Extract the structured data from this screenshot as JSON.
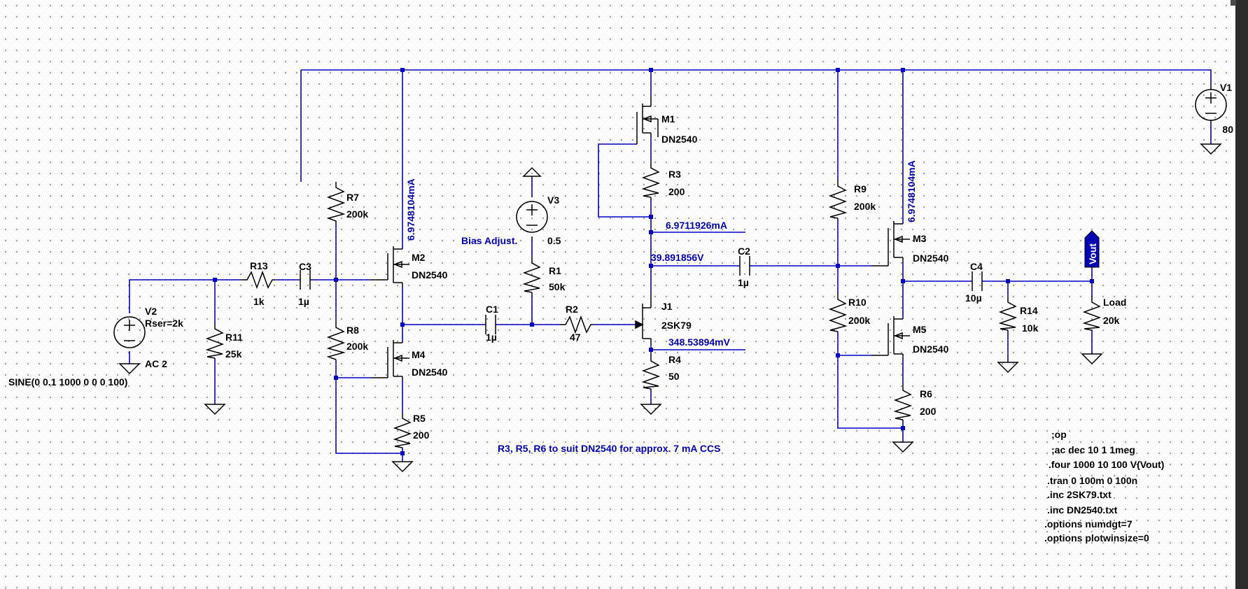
{
  "components": {
    "V1": {
      "ref": "V1",
      "value": "80"
    },
    "V2": {
      "ref": "V2",
      "param": "Rser=2k",
      "ac": "AC 2",
      "value": "SINE(0 0.1 1000 0 0 0 100)"
    },
    "V3": {
      "ref": "V3",
      "value": "0.5",
      "label": "Bias Adjust."
    },
    "R1": {
      "ref": "R1",
      "value": "50k"
    },
    "R2": {
      "ref": "R2",
      "value": "47"
    },
    "R3": {
      "ref": "R3",
      "value": "200"
    },
    "R4": {
      "ref": "R4",
      "value": "50"
    },
    "R5": {
      "ref": "R5",
      "value": "200"
    },
    "R6": {
      "ref": "R6",
      "value": "200"
    },
    "R7": {
      "ref": "R7",
      "value": "200k"
    },
    "R8": {
      "ref": "R8",
      "value": "200k"
    },
    "R9": {
      "ref": "R9",
      "value": "200k"
    },
    "R10": {
      "ref": "R10",
      "value": "200k"
    },
    "R11": {
      "ref": "R11",
      "value": "25k"
    },
    "R13": {
      "ref": "R13",
      "value": "1k"
    },
    "R14": {
      "ref": "R14",
      "value": "10k"
    },
    "Load": {
      "ref": "Load",
      "value": "20k"
    },
    "C1": {
      "ref": "C1",
      "value": "1µ"
    },
    "C2": {
      "ref": "C2",
      "value": "1µ"
    },
    "C3": {
      "ref": "C3",
      "value": "1µ"
    },
    "C4": {
      "ref": "C4",
      "value": "10µ"
    },
    "M1": {
      "ref": "M1",
      "value": "DN2540"
    },
    "M2": {
      "ref": "M2",
      "value": "DN2540"
    },
    "M3": {
      "ref": "M3",
      "value": "DN2540"
    },
    "M4": {
      "ref": "M4",
      "value": "DN2540"
    },
    "M5": {
      "ref": "M5",
      "value": "DN2540"
    },
    "J1": {
      "ref": "J1",
      "value": "2SK79"
    }
  },
  "probes": {
    "m2_current": "6.9748104mA",
    "m3_current": "6.9748104mA",
    "m1_current": "6.9711926mA",
    "drain_voltage": "39.891856V",
    "source_voltage": "348.53894mV"
  },
  "netlabels": {
    "vout": "Vout"
  },
  "note": "R3, R5, R6 to suit DN2540 for approx. 7 mA CCS",
  "directives": [
    ";op",
    ";ac dec 10 1 1meg",
    ".four 1000 10 100 V(Vout)",
    ".tran 0 100m 0 100n",
    ".inc 2SK79.txt",
    ".inc DN2540.txt",
    ".options numdgt=7",
    ".options plotwinsize=0"
  ],
  "colors": {
    "wire": "#0000c0",
    "probe_text": "#0000b4",
    "component": "#000000",
    "grid_dot": "#8c8c8c"
  }
}
